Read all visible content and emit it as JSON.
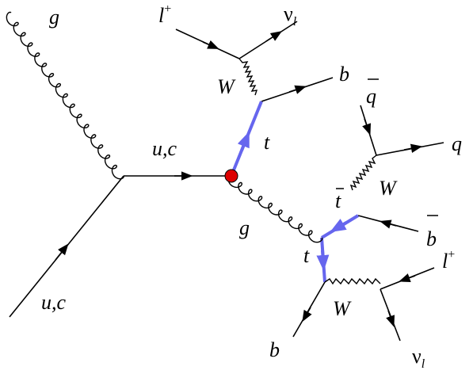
{
  "labels": {
    "g_top": "g",
    "l_plus_top": "l",
    "l_plus_top_sup": "+",
    "nu_top": "ν",
    "nu_top_sub": "l",
    "W_top": "W",
    "b_top": "b",
    "qbar": "q",
    "t_top": "t",
    "q": "q",
    "uc_mid": "u,c",
    "W_right": "W",
    "tbar": "t",
    "g_mid": "g",
    "bbar": "b",
    "t_bottom": "t",
    "l_plus_bottom": "l",
    "l_plus_bottom_sup": "+",
    "uc_bottom": "u,c",
    "W_bottom": "W",
    "b_bottom": "b",
    "nu_bottom": "ν",
    "nu_bottom_sub": "l"
  },
  "colors": {
    "top_quark_line": "#6666ee",
    "vertex": "#dd0000",
    "line": "#000000"
  }
}
